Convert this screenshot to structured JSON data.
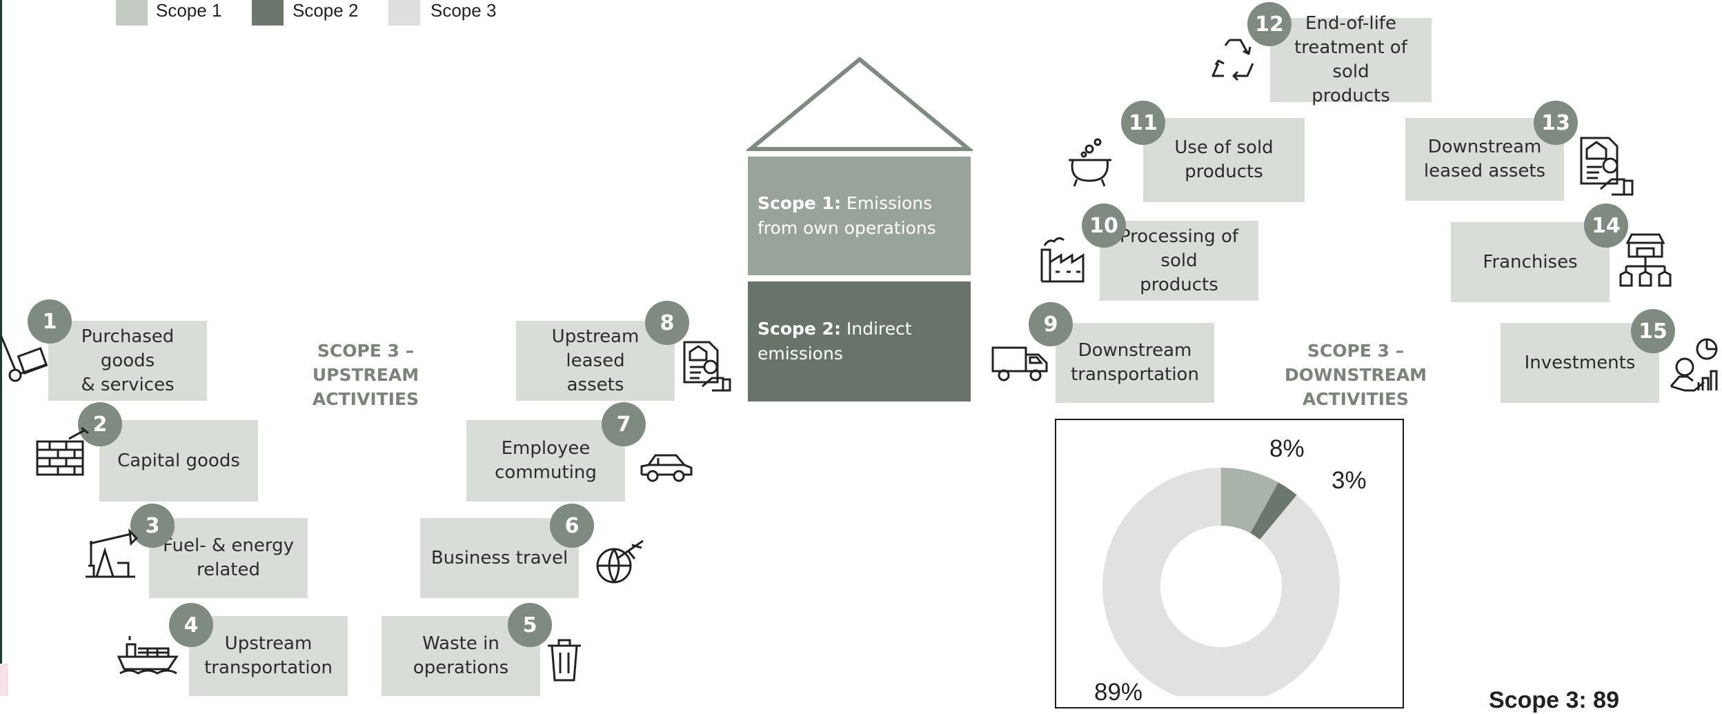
{
  "legend": [
    {
      "label": "Scope 1",
      "color": "#c4cbc3"
    },
    {
      "label": "Scope 2",
      "color": "#6b776c"
    },
    {
      "label": "Scope 3",
      "color": "#dcdfdb"
    }
  ],
  "colors": {
    "box": "#d8ddd8",
    "badge": "#7f8a80",
    "scope1": "#98a499",
    "scope2": "#687469",
    "roof": "#7f8a80"
  },
  "sections": {
    "upstream": "SCOPE 3 –\nUPSTREAM ACTIVITIES",
    "downstream": "SCOPE 3 –\nDOWNSTREAM ACTIVITIES"
  },
  "house": {
    "scope1_bold": "Scope 1:",
    "scope1_text": " Emissions from own operations",
    "scope2_bold": "Scope 2:",
    "scope2_text": " Indirect emissions"
  },
  "categories": [
    {
      "num": "1",
      "label": "Purchased goods\n& services",
      "icon": "hand-truck-icon"
    },
    {
      "num": "2",
      "label": "Capital goods",
      "icon": "brick-wall-icon"
    },
    {
      "num": "3",
      "label": "Fuel- & energy\nrelated",
      "icon": "oil-pump-icon"
    },
    {
      "num": "4",
      "label": "Upstream\ntransportation",
      "icon": "cargo-ship-icon"
    },
    {
      "num": "5",
      "label": "Waste in\noperations",
      "icon": "trash-bin-icon"
    },
    {
      "num": "6",
      "label": "Business travel",
      "icon": "globe-plane-icon"
    },
    {
      "num": "7",
      "label": "Employee\ncommuting",
      "icon": "car-icon"
    },
    {
      "num": "8",
      "label": "Upstream leased\nassets",
      "icon": "lease-document-icon"
    },
    {
      "num": "9",
      "label": "Downstream\ntransportation",
      "icon": "truck-icon"
    },
    {
      "num": "10",
      "label": "Processing of sold\nproducts",
      "icon": "factory-icon"
    },
    {
      "num": "11",
      "label": "Use of sold\nproducts",
      "icon": "cauldron-icon"
    },
    {
      "num": "12",
      "label": "End-of-life\ntreatment of sold\nproducts",
      "icon": "recycle-icon"
    },
    {
      "num": "13",
      "label": "Downstream\nleased assets",
      "icon": "lease-document-icon"
    },
    {
      "num": "14",
      "label": "Franchises",
      "icon": "franchise-store-icon"
    },
    {
      "num": "15",
      "label": "Investments",
      "icon": "investment-icon"
    }
  ],
  "chart_data": {
    "type": "pie",
    "donut": true,
    "categories": [
      "Scope 1",
      "Scope 2",
      "Scope 3"
    ],
    "values": [
      8,
      3,
      89
    ],
    "labels": [
      "8%",
      "3%",
      "89%"
    ],
    "colors": [
      "#aab3a9",
      "#6b776c",
      "#e1e2e0"
    ]
  },
  "stray_text": "Scope 3: 89"
}
